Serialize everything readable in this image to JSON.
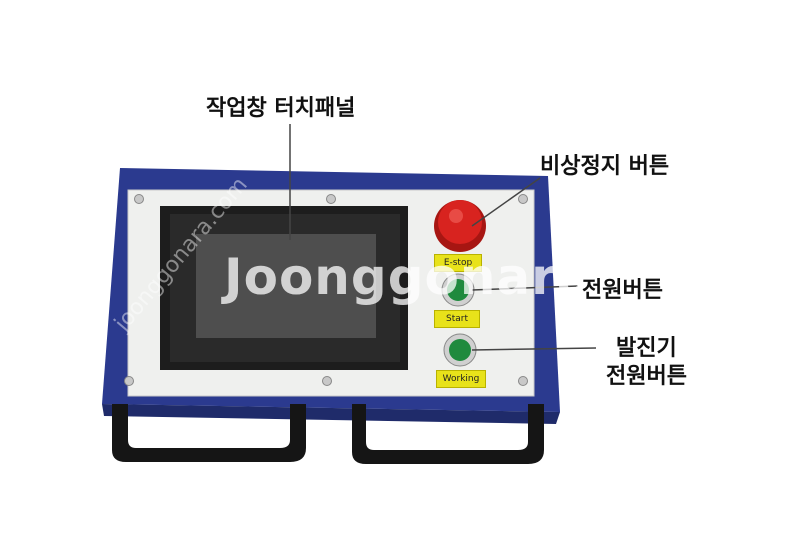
{
  "callouts": {
    "touch_panel": "작업창 터치패널",
    "estop_button": "비상정지 버튼",
    "power_button": "전원버튼",
    "oscillator_line1": "발진기",
    "oscillator_line2": "전원버튼"
  },
  "panel_labels": {
    "estop": "E-stop",
    "start": "Start",
    "working": "Working"
  },
  "watermark": {
    "main": "Joonggonara",
    "diagonal": "joonggonara.com"
  },
  "colors": {
    "enclosure_blue": "#2c3a8c",
    "faceplate": "#f1f2f0",
    "estop_red": "#d8231f",
    "label_yellow": "#e8e21a",
    "button_green": "#1f8a3e"
  }
}
